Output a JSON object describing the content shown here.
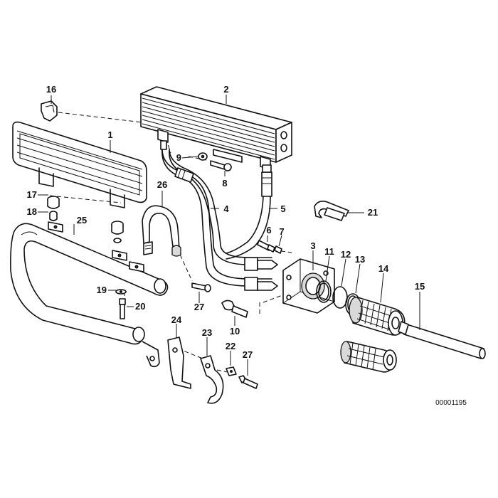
{
  "parts": {
    "p1": "1",
    "p2": "2",
    "p3": "3",
    "p4": "4",
    "p5": "5",
    "p6": "6",
    "p7": "7",
    "p8": "8",
    "p9": "9",
    "p10": "10",
    "p11": "11",
    "p12": "12",
    "p13": "13",
    "p14": "14",
    "p15": "15",
    "p16": "16",
    "p17": "17",
    "p18": "18",
    "p19": "19",
    "p20": "20",
    "p21": "21",
    "p22": "22",
    "p23": "23",
    "p24": "24",
    "p25": "25",
    "p26": "26",
    "p27a": "27",
    "p27b": "27"
  },
  "reference_number": "00001195"
}
